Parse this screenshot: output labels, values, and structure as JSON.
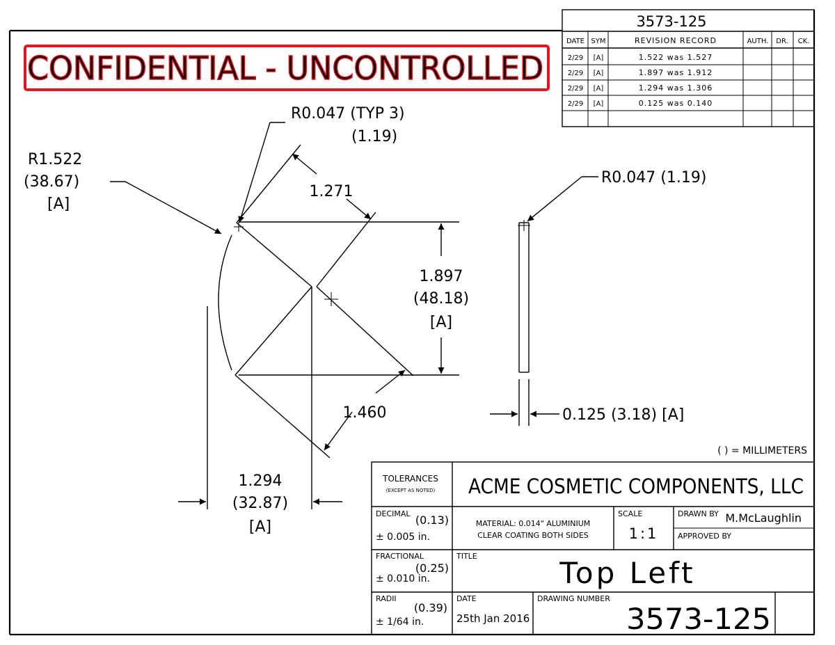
{
  "drawing": {
    "number_header": "3573-125",
    "watermark": "CONFIDENTIAL - UNCONTROLLED",
    "colors": {
      "watermark": "#e4161c",
      "ink": "#000000"
    }
  },
  "revisions": {
    "headers": [
      "DATE",
      "SYM",
      "REVISION RECORD",
      "AUTH.",
      "DR.",
      "CK."
    ],
    "rows": [
      {
        "date": "2/29",
        "sym": "[A]",
        "record": "1.522 was 1.527"
      },
      {
        "date": "2/29",
        "sym": "[A]",
        "record": "1.897 was 1.912"
      },
      {
        "date": "2/29",
        "sym": "[A]",
        "record": "1.294 was 1.306"
      },
      {
        "date": "2/29",
        "sym": "[A]",
        "record": "0.125 was 0.140"
      }
    ]
  },
  "dims": {
    "corner_radius": {
      "line1": "R0.047 (TYP 3)",
      "line2": "(1.19)"
    },
    "big_radius": {
      "line1": "R1.522",
      "line2": "(38.67)",
      "line3": "[A]"
    },
    "top_edge": "1.271",
    "height": {
      "line1": "1.897",
      "line2": "(48.18)",
      "line3": "[A]"
    },
    "bottom_edge": "1.460",
    "width": {
      "line1": "1.294",
      "line2": "(32.87)",
      "line3": "[A]"
    },
    "side_radius": "R0.047 (1.19)",
    "thickness": "0.125 (3.18) [A]",
    "units_note": "( ) = MILLIMETERS"
  },
  "title_block": {
    "tolerances_label": "TOLERANCES",
    "except_note": "(EXCEPT AS NOTED)",
    "company": "ACME COSMETIC COMPONENTS, LLC",
    "decimal_label": "DECIMAL",
    "decimal_mm": "(0.13)",
    "decimal_tol": "± 0.005 in.",
    "fractional_label": "FRACTIONAL",
    "fractional_mm": "(0.25)",
    "fractional_tol": "± 0.010 in.",
    "radii_label": "RADII",
    "radii_mm": "(0.39)",
    "radii_tol": "± 1/64 in.",
    "material_line1": "MATERIAL: 0.014\" ALUMINIUM",
    "material_line2": "CLEAR COATING BOTH SIDES",
    "scale_label": "SCALE",
    "scale_value": "1:1",
    "drawn_by_label": "DRAWN BY",
    "drawn_by_value": "M.McLaughlin",
    "approved_by_label": "APPROVED BY",
    "title_label": "TITLE",
    "title_value": "Top Left",
    "date_label": "DATE",
    "date_value": "25th Jan 2016",
    "drawing_number_label": "DRAWING NUMBER",
    "drawing_number_value": "3573-125"
  }
}
